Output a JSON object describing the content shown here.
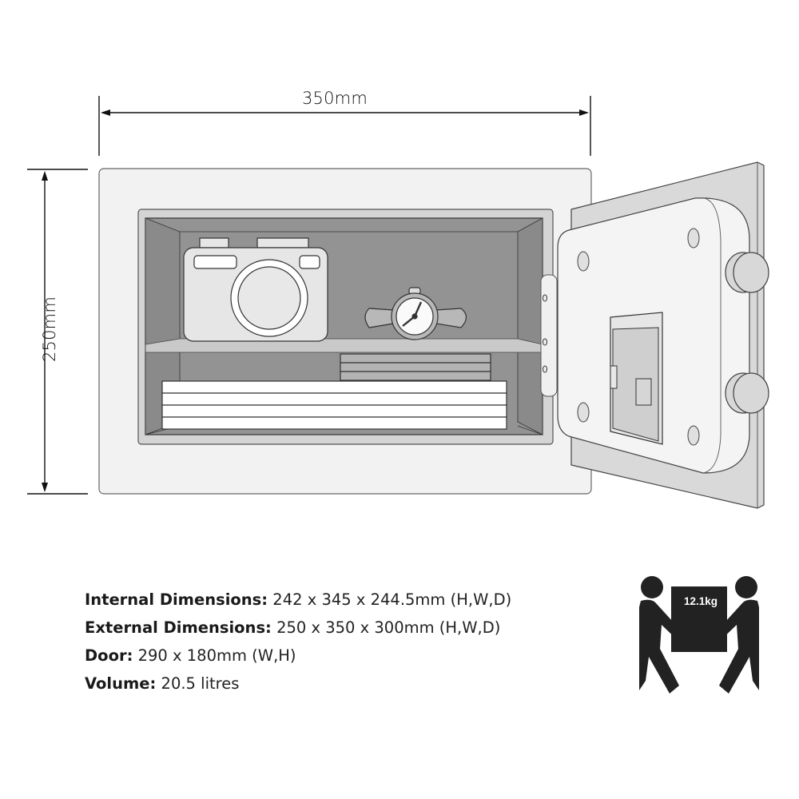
{
  "dimensions": {
    "width_label": "350mm",
    "height_label": "250mm"
  },
  "specs": [
    {
      "label": "Internal Dimensions:",
      "value": "242 x 345 x 244.5mm (H,W,D)"
    },
    {
      "label": "External Dimensions:",
      "value": "250 x 350 x 300mm (H,W,D)"
    },
    {
      "label": "Door:",
      "value": "290 x 180mm (W,H)"
    },
    {
      "label": "Volume:",
      "value": "20.5 litres"
    }
  ],
  "weight_icon": {
    "icon": "two-person-lift-icon",
    "label": "12.1kg"
  },
  "illustration": {
    "contents": [
      "camera",
      "wristwatch",
      "document-stack",
      "folder-stack"
    ],
    "colors": {
      "body": "#f2f2f2",
      "interior": "#9a9a9a",
      "interior_side": "#8c8c8c",
      "door": "#f4f4f4",
      "door_frame": "#d6d6d6",
      "outline": "#333333",
      "icon": "#222222"
    }
  }
}
